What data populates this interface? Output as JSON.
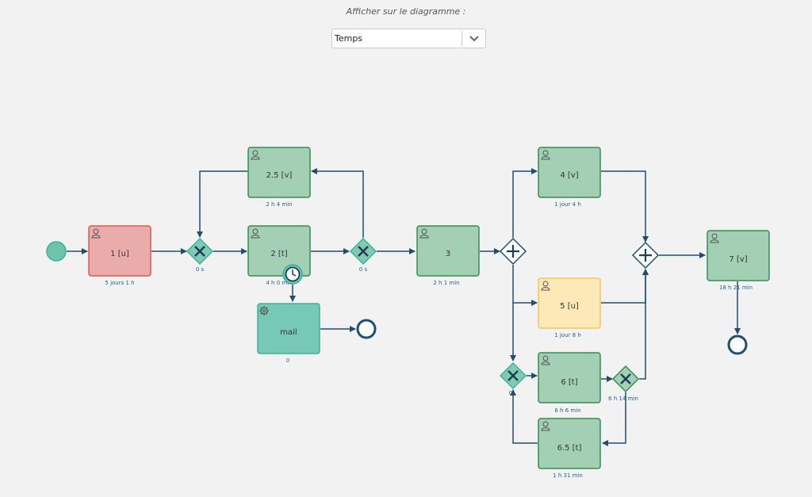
{
  "header": {
    "caption": "Afficher sur le diagramme :",
    "select_value": "Temps"
  },
  "colors": {
    "edge": "#1f4e6e",
    "task_green_fill": "#a3cfb4",
    "task_green_stroke": "#3a8a55",
    "task_red_fill": "#eaacaa",
    "task_red_stroke": "#dd5a4e",
    "task_yellow_fill": "#fde8b8",
    "task_yellow_stroke": "#f2c55f",
    "service_fill": "#76c9b5",
    "service_stroke": "#3bb197",
    "start_fill": "#6cc5ab",
    "gateway_fill": "#7fcab2",
    "label_blue": "#1f5f8f"
  },
  "nodes": {
    "t1": {
      "label": "1 [u]",
      "metric": "5 jours 1 h",
      "icon": "user-icon",
      "color": "red"
    },
    "t25": {
      "label": "2.5 [v]",
      "metric": "2 h 4 min",
      "icon": "user-icon",
      "color": "green"
    },
    "t2": {
      "label": "2 [t]",
      "metric": "4 h 0 min",
      "icon": "user-icon",
      "color": "green"
    },
    "tmail": {
      "label": "mail",
      "metric": "0",
      "icon": "gear-icon",
      "color": "service"
    },
    "t3": {
      "label": "3",
      "metric": "2 h 1 min",
      "icon": "user-icon",
      "color": "green"
    },
    "t4": {
      "label": "4 [v]",
      "metric": "1 jour 4 h",
      "icon": "user-icon",
      "color": "green"
    },
    "t5": {
      "label": "5 [u]",
      "metric": "1 jour 8 h",
      "icon": "user-icon",
      "color": "yellow"
    },
    "t6": {
      "label": "6 [t]",
      "metric": "6 h 6 min",
      "icon": "user-icon",
      "color": "green"
    },
    "t65": {
      "label": "6.5 [t]",
      "metric": "1 h 31 min",
      "icon": "user-icon",
      "color": "green"
    },
    "t7": {
      "label": "7 [v]",
      "metric": "18 h 21 min",
      "icon": "user-icon",
      "color": "green"
    }
  },
  "gateways": {
    "g1": {
      "type": "exclusive",
      "metric": "0 s"
    },
    "g2": {
      "type": "exclusive",
      "metric": "0 s"
    },
    "g3": {
      "type": "parallel",
      "metric": ""
    },
    "g4": {
      "type": "parallel",
      "metric": ""
    },
    "g5": {
      "type": "exclusive",
      "metric": "0"
    },
    "g6": {
      "type": "exclusive",
      "metric": "6 h 14 min"
    }
  }
}
